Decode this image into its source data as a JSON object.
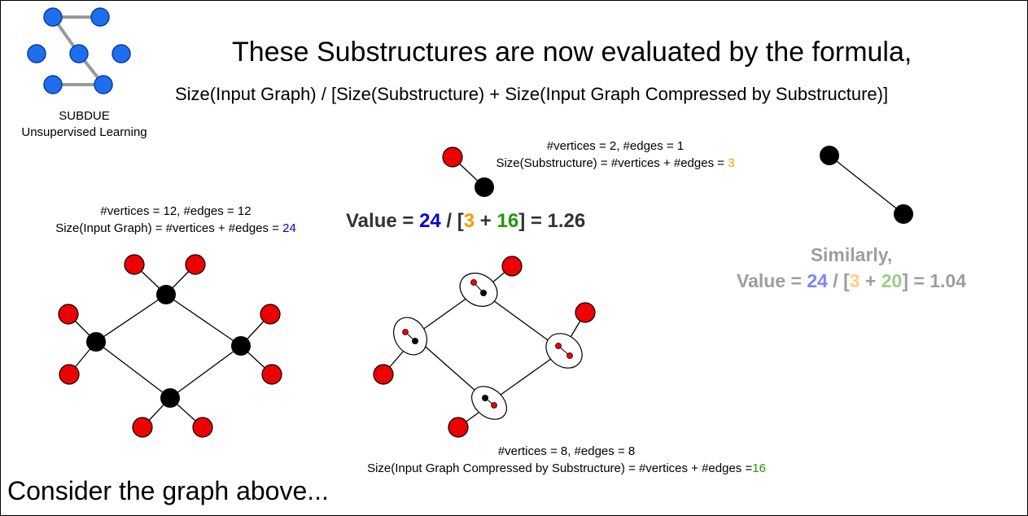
{
  "header": {
    "title": "These Substructures are now evaluated by the formula,",
    "formula": "Size(Input Graph) / [Size(Substructure) + Size(Input Graph Compressed by Substructure)]"
  },
  "logo": {
    "caption_line1": "SUBDUE",
    "caption_line2": "Unsupervised Learning"
  },
  "input_graph": {
    "line1": "#vertices = 12,  #edges = 12",
    "line2_prefix": "Size(Input Graph) = #vertices + #edges = ",
    "line2_value": "24"
  },
  "substructure": {
    "line1": "#vertices = 2, #edges = 1",
    "line2_prefix": "Size(Substructure) = #vertices + #edges = ",
    "line2_value": "3"
  },
  "compressed": {
    "line1": "#vertices = 8,  #edges = 8",
    "line2_prefix": "Size(Input Graph Compressed by Substructure) = #vertices + #edges =",
    "line2_value": "16"
  },
  "value_main": {
    "prefix": "Value = ",
    "num": "24",
    "slash": " / [",
    "a": "3",
    "plus": " + ",
    "b": "16",
    "suffix": "] = 1.26"
  },
  "similar": {
    "heading": "Similarly,",
    "prefix": "Value = ",
    "num": "24",
    "slash": " / [",
    "a": "3",
    "plus": " + ",
    "b": "20",
    "suffix": "] = 1.04"
  },
  "footer": {
    "consider": "Consider the graph above..."
  },
  "colors": {
    "red_vertex": "#ee0000",
    "black_vertex": "#000000",
    "logo_blue": "#1e6ff0",
    "blue_value": "#0000dd",
    "orange_value": "#ff9900",
    "green_value": "#229900",
    "light_blue": "#8080ff",
    "light_orange": "#ffcc88",
    "light_green": "#99cc88"
  }
}
